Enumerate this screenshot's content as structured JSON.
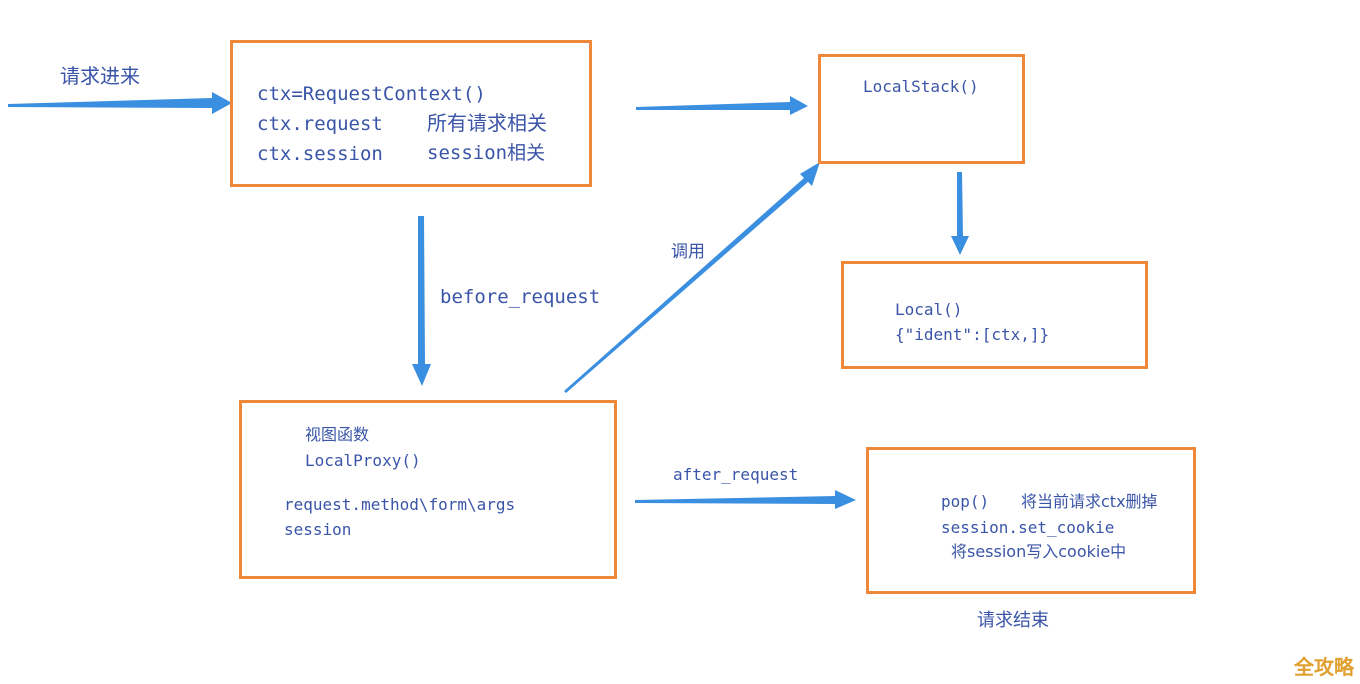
{
  "labels": {
    "request_in": "请求进来",
    "before_request": "before_request",
    "call": "调用",
    "after_request": "after_request",
    "request_end": "请求结束"
  },
  "boxes": {
    "request_context": {
      "line1": "ctx=RequestContext()",
      "line2_code": "ctx.request",
      "line2_note": "所有请求相关",
      "line3_code": "ctx.session",
      "line3_note": "session相关"
    },
    "local_stack": {
      "line1": "LocalStack()"
    },
    "local": {
      "line1": "Local()",
      "line2": "{\"ident\":[ctx,]}"
    },
    "view_function": {
      "line1": "视图函数",
      "line2": "LocalProxy()",
      "line3": "request.method\\form\\args",
      "line4": "session"
    },
    "pop": {
      "line1_code": "pop()",
      "line1_note": "将当前请求ctx删掉",
      "line2": "session.set_cookie",
      "line3": "将session写入cookie中"
    }
  },
  "watermark": "全攻略",
  "colors": {
    "box_border": "#f0883a",
    "arrow": "#3b8fe0",
    "text": "#3a55a8"
  }
}
